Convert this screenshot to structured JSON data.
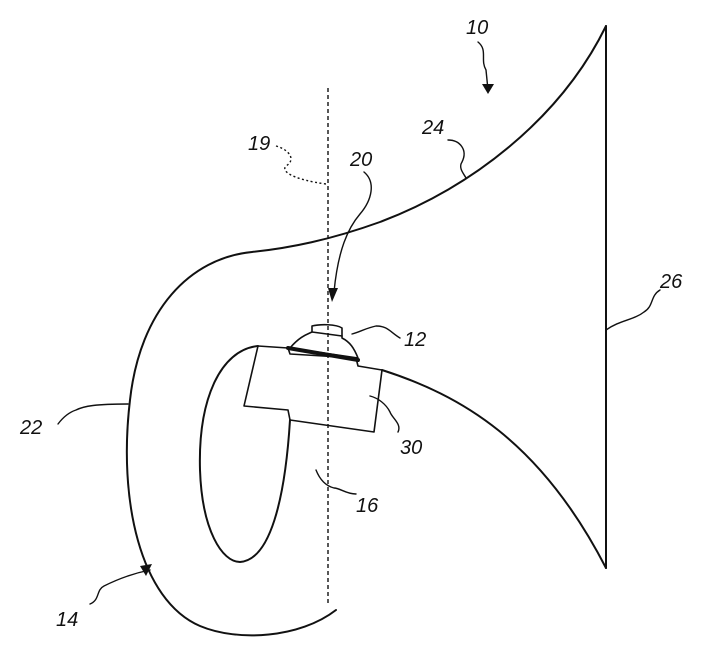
{
  "figure": {
    "labels": {
      "horn_assembly": "10",
      "driver": "12",
      "spiral_section": "14",
      "throat_path": "16",
      "axis": "19",
      "driver_center": "20",
      "outer_curve": "22",
      "flare_wall": "24",
      "mouth": "26",
      "coupler": "30"
    }
  }
}
